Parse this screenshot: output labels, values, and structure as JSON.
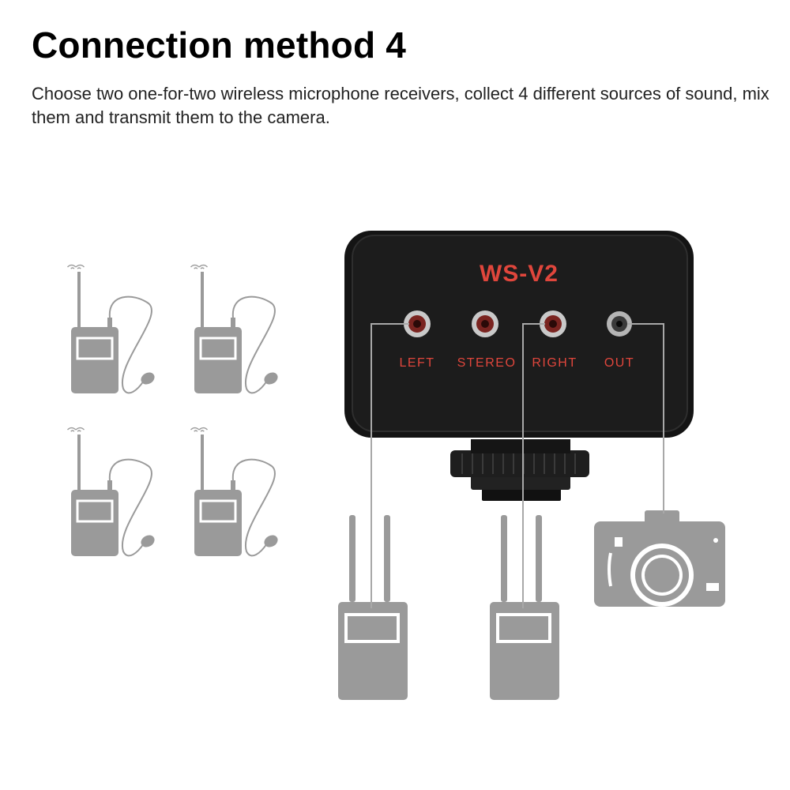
{
  "header": {
    "title": "Connection method 4",
    "description": "Choose two one-for-two wireless microphone receivers, collect 4 different sources of sound, mix them and transmit them to the camera."
  },
  "device": {
    "model": "WS-V2",
    "ports": [
      {
        "label": "LEFT"
      },
      {
        "label": "STEREO"
      },
      {
        "label": "RIGHT"
      },
      {
        "label": "OUT"
      }
    ]
  },
  "colors": {
    "icon_gray": "#9a9a9a",
    "device_body": "#1a1a1a",
    "label_red": "#e0463c",
    "cable_gray": "#a8a8a8"
  },
  "icons": {
    "transmitters": [
      "transmitter-icon",
      "transmitter-icon",
      "transmitter-icon",
      "transmitter-icon"
    ],
    "receivers": [
      "receiver-icon",
      "receiver-icon"
    ],
    "camera": "camera-icon"
  }
}
